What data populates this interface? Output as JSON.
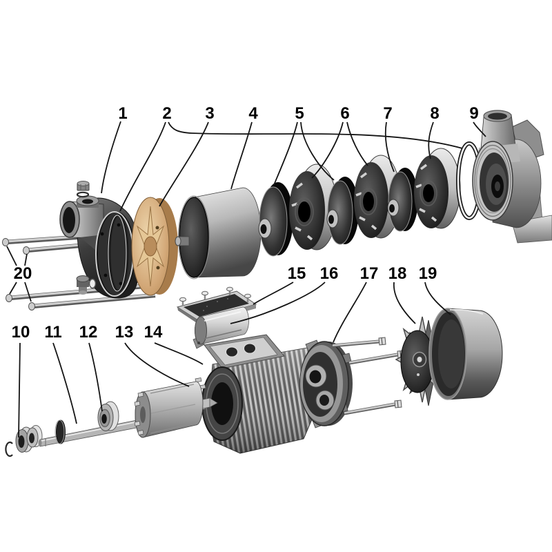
{
  "callouts": {
    "c1": "1",
    "c2": "2",
    "c3": "3",
    "c4": "4",
    "c5": "5",
    "c6": "6",
    "c7": "7",
    "c8": "8",
    "c9": "9",
    "c10": "10",
    "c11": "11",
    "c12": "12",
    "c13": "13",
    "c14": "14",
    "c15": "15",
    "c16": "16",
    "c17": "17",
    "c18": "18",
    "c19": "19",
    "c20": "20"
  },
  "palette": {
    "background": "#ffffff",
    "leader_line": "#141414",
    "label_text": "#000000",
    "diffuser_tan": "#d3a878",
    "metal_light": "#e8e8e8",
    "metal_dark": "#1e1e1e"
  }
}
